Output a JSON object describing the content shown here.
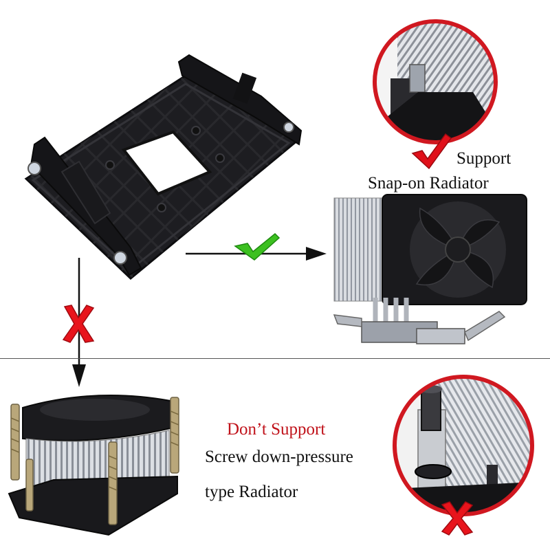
{
  "labels": {
    "support": "Support",
    "snap_on_radiator": "Snap-on Radiator",
    "dont_support": "Don’t Support",
    "screw_down_pressure": "Screw down-pressure",
    "type_radiator": "type Radiator"
  },
  "colors": {
    "dont_support_text": "#c0121a",
    "circle_border": "#d01820",
    "check_green": "#3cc020",
    "check_red": "#e0101a",
    "x_red": "#e8141c",
    "bracket": "#1e1e22",
    "arrow": "#111111"
  },
  "icons": {
    "green_check": "check-icon",
    "red_check": "check-icon",
    "red_x_left": "x-icon",
    "red_x_circle": "x-icon"
  }
}
